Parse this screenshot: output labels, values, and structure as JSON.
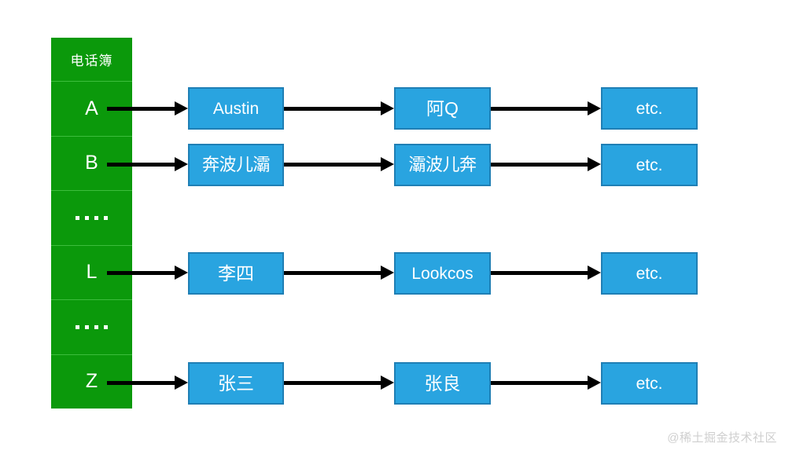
{
  "diagram": {
    "title": "电话簿",
    "index_column": {
      "header_label": "电话簿",
      "cells": [
        {
          "type": "letter",
          "label": "A"
        },
        {
          "type": "letter",
          "label": "B"
        },
        {
          "type": "dots",
          "label": "...."
        },
        {
          "type": "letter",
          "label": "L"
        },
        {
          "type": "dots",
          "label": "...."
        },
        {
          "type": "letter",
          "label": "Z"
        }
      ]
    },
    "chains": [
      {
        "key": "A",
        "nodes": [
          "Austin",
          "阿Q",
          "etc."
        ]
      },
      {
        "key": "B",
        "nodes": [
          "奔波儿灞",
          "灞波儿奔",
          "etc."
        ]
      },
      {
        "key": "L",
        "nodes": [
          "李四",
          "Lookcos",
          "etc."
        ]
      },
      {
        "key": "Z",
        "nodes": [
          "张三",
          "张良",
          "etc."
        ]
      }
    ],
    "colors": {
      "index_fill": "#0b990b",
      "index_divider": "#3cbd3c",
      "node_fill": "#29a4e0",
      "node_border": "#1f7fb5",
      "arrow": "#000000",
      "text_on_fill": "#ffffff",
      "background": "#ffffff",
      "watermark": "#cfcfcf"
    }
  },
  "watermark": {
    "text": "@稀土掘金技术社区"
  }
}
